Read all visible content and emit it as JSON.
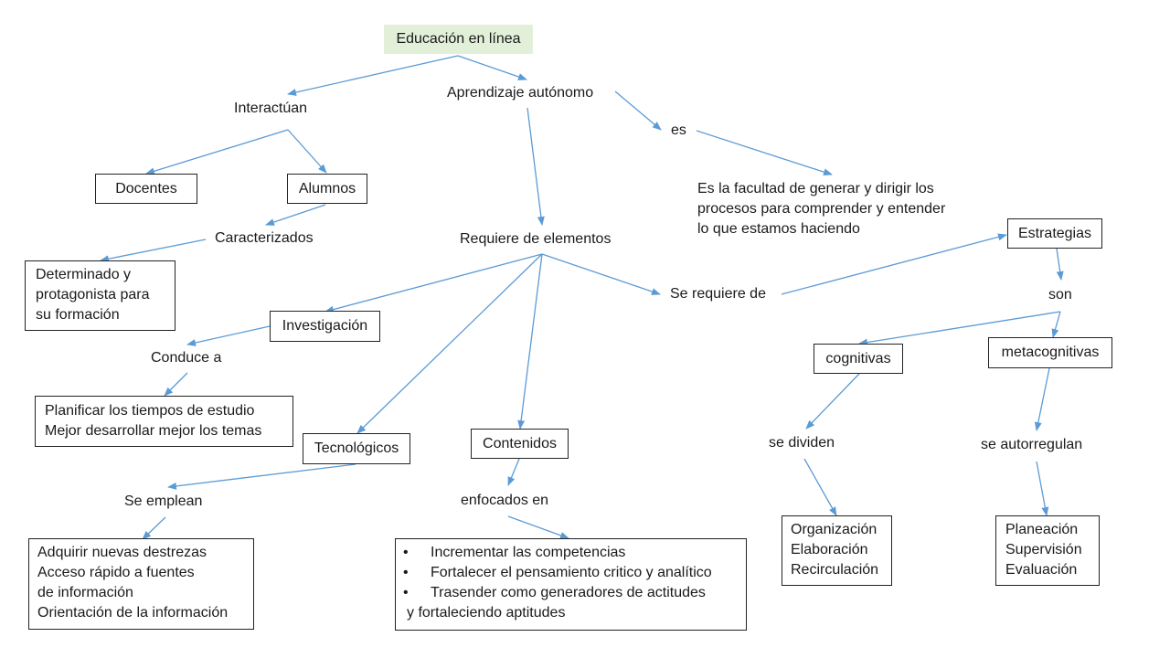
{
  "title": "Educación en línea",
  "labels": {
    "interactuan": "Interactúan",
    "aprendizaje": "Aprendizaje autónomo",
    "es": "es",
    "definicion": [
      "Es la facultad de generar y dirigir los",
      "procesos para comprender y entender",
      "lo que estamos haciendo"
    ],
    "caracterizados": "Caracterizados",
    "requiere": "Requiere de elementos",
    "se_requiere": "Se requiere de",
    "son": "son",
    "conduce": "Conduce a",
    "se_emplean": "Se emplean",
    "enfocados": "enfocados en",
    "se_dividen": "se dividen",
    "se_autorregulan": "se autorregulan"
  },
  "boxes": {
    "docentes": "Docentes",
    "alumnos": "Alumnos",
    "determinado": [
      "Determinado y",
      "protagonista para",
      "su formación"
    ],
    "investigacion": "Investigación",
    "planificar": [
      "Planificar los tiempos de estudio",
      "Mejor desarrollar mejor los temas"
    ],
    "tecnologicos": "Tecnológicos",
    "adquirir": [
      "Adquirir nuevas destrezas",
      "Acceso rápido a fuentes",
      "de información",
      "Orientación de la información"
    ],
    "contenidos": "Contenidos",
    "incrementar": [
      "Incrementar las competencias",
      "Fortalecer el pensamiento critico y analítico",
      "Trasender como generadores de actitudes"
    ],
    "incrementar_tail": "y fortaleciendo aptitudes",
    "estrategias": "Estrategias",
    "cognitivas": "cognitivas",
    "metacognitivas": "metacognitivas",
    "organizacion": [
      "Organización",
      "Elaboración",
      "Recirculación"
    ],
    "planeacion": [
      "Planeación",
      "Supervisión",
      "Evaluación"
    ]
  },
  "colors": {
    "arrow": "#5b9bd5",
    "title_bg": "#e2f0d9",
    "border": "#222222"
  }
}
